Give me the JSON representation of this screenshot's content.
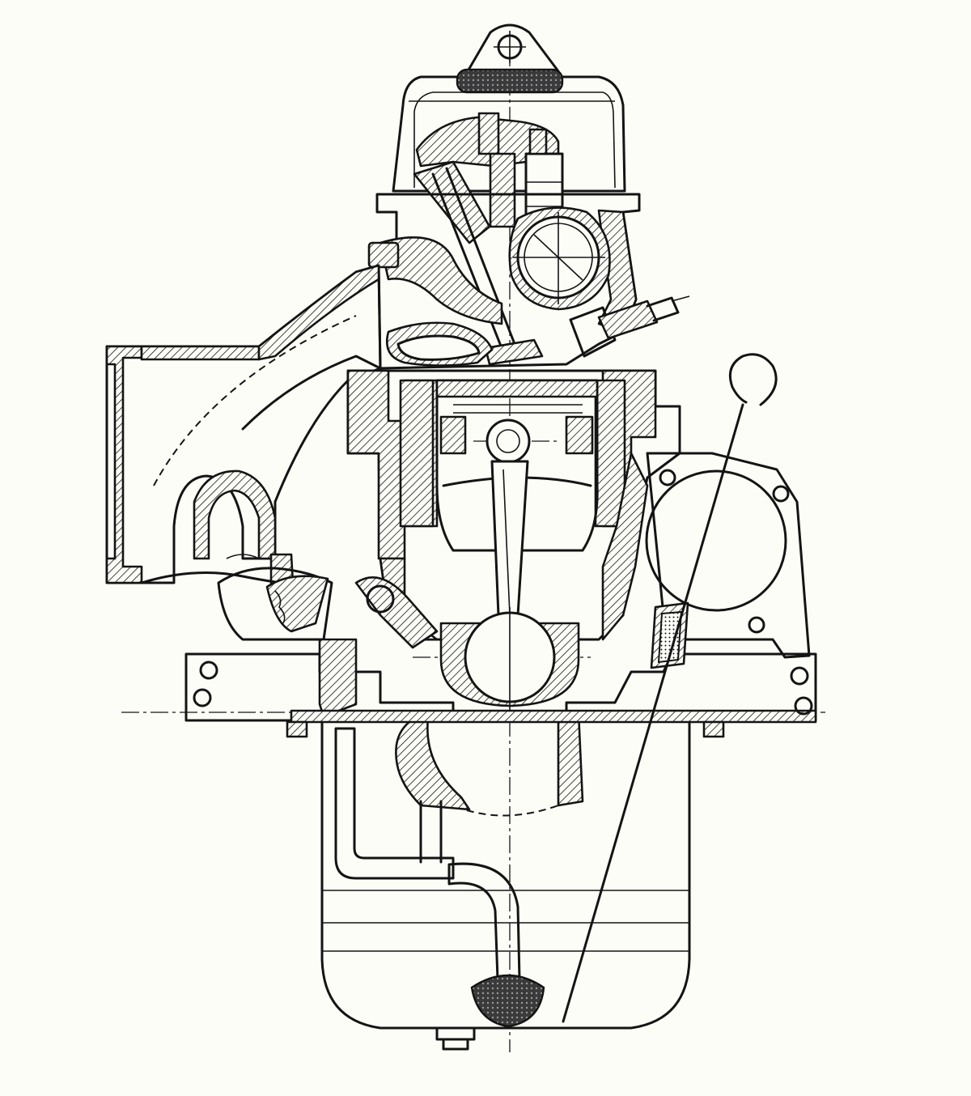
{
  "figure": {
    "kind": "engine cross-section drawing",
    "background": "#fdfdf8",
    "ink": "#141414"
  },
  "parts": [
    "lifting-eye",
    "valve-cover",
    "valve-cover-cap",
    "rocker-arm",
    "valve-springs",
    "camshaft",
    "spark-plug",
    "cylinder-head",
    "intake-manifold",
    "exhaust-flange",
    "cylinder-block",
    "piston",
    "piston-pin",
    "connecting-rod",
    "big-end-bearing",
    "crankshaft-counterweight",
    "distributor-mount-plate",
    "dipstick",
    "oil-pickup-pipe",
    "oil-strainer",
    "oil-sump",
    "drain-plug"
  ]
}
